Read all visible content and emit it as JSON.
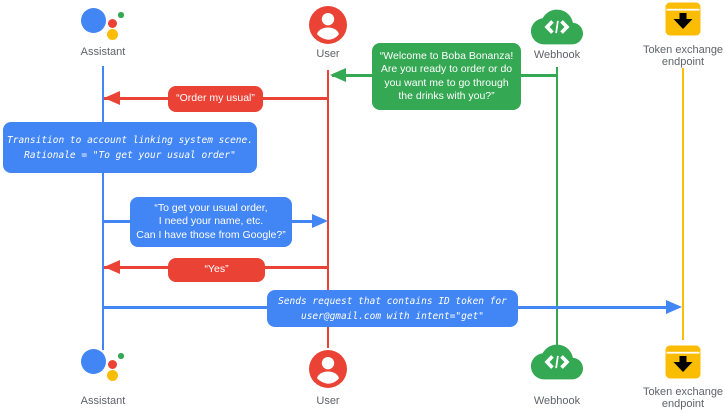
{
  "colors": {
    "blue": "#4285F4",
    "red": "#EA4335",
    "green": "#34A853",
    "yellow": "#FBBC04",
    "label_gray": "#5F6368",
    "bubble_text": "#FFFFFF"
  },
  "actors": {
    "assistant": {
      "label": "Assistant",
      "lifeline_color": "#4285F4"
    },
    "user": {
      "label": "User",
      "lifeline_color": "#EA4335"
    },
    "webhook": {
      "label": "Webhook",
      "lifeline_color": "#34A853"
    },
    "token_endpoint": {
      "label": "Token exchange\nendpoint",
      "lifeline_color": "#FBBC04"
    }
  },
  "messages": {
    "welcome": {
      "from": "webhook",
      "to": "user",
      "style": "speech",
      "color": "#34A853",
      "text": "“Welcome to Boba Bonanza!\nAre you ready to order or do\nyou want me to go through\nthe drinks with you?”"
    },
    "order_my_usual": {
      "from": "user",
      "to": "assistant",
      "style": "speech",
      "color": "#EA4335",
      "text": "“Order my usual”"
    },
    "transition_note": {
      "on": "assistant",
      "style": "system-note",
      "color": "#4285F4",
      "text": "Transition to account linking system scene.\nRationale = \"To get your usual order\""
    },
    "ask_google": {
      "from": "assistant",
      "to": "user",
      "style": "speech",
      "color": "#4285F4",
      "text": "“To get your usual order,\nI need your name, etc.\nCan I have those from Google?”"
    },
    "yes": {
      "from": "user",
      "to": "assistant",
      "style": "speech",
      "color": "#EA4335",
      "text": "“Yes”"
    },
    "sends_request": {
      "from": "assistant",
      "to": "token_endpoint",
      "style": "system-note",
      "color": "#4285F4",
      "text": "Sends request that contains ID token for\nuser@gmail.com with intent=\"get\""
    }
  }
}
